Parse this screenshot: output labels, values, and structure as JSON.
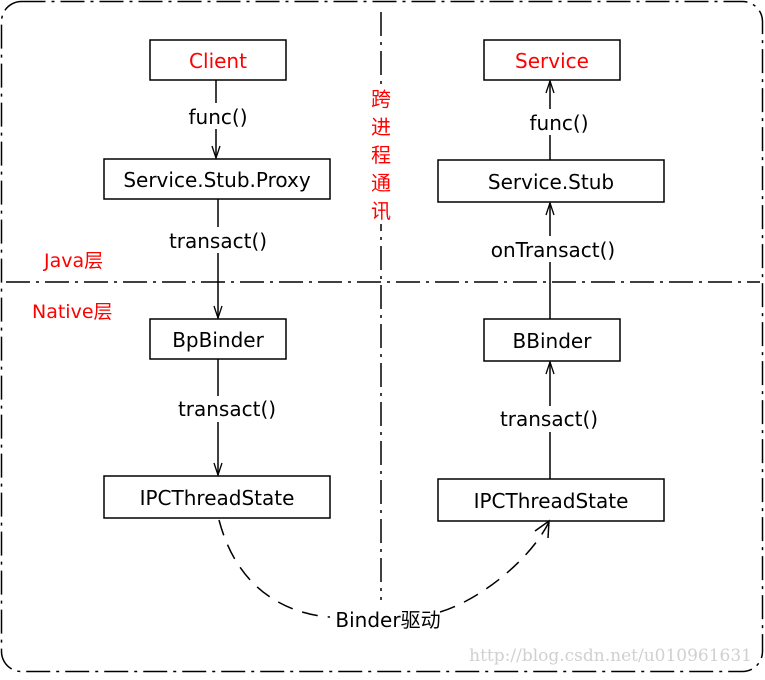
{
  "diagram": {
    "left_column": {
      "client": "Client",
      "proxy": "Service.Stub.Proxy",
      "bp_binder": "BpBinder",
      "ipc_thread_state": "IPCThreadState",
      "func_label": "func()",
      "transact_java_label": "transact()",
      "transact_native_label": "transact()"
    },
    "right_column": {
      "service": "Service",
      "stub": "Service.Stub",
      "b_binder": "BBinder",
      "ipc_thread_state": "IPCThreadState",
      "func_label": "func()",
      "on_transact_label": "onTransact()",
      "transact_label": "transact()"
    },
    "cross_process_chars": [
      "跨",
      "进",
      "程",
      "通",
      "讯"
    ],
    "java_layer_label": "Java层",
    "native_layer_label": "Native层",
    "binder_driver_label": "Binder驱动",
    "watermark": "http://blog.csdn.net/u010961631"
  },
  "colors": {
    "accent_red": "#ff0000",
    "stroke": "#000000",
    "watermark": "#d0d0d0"
  }
}
